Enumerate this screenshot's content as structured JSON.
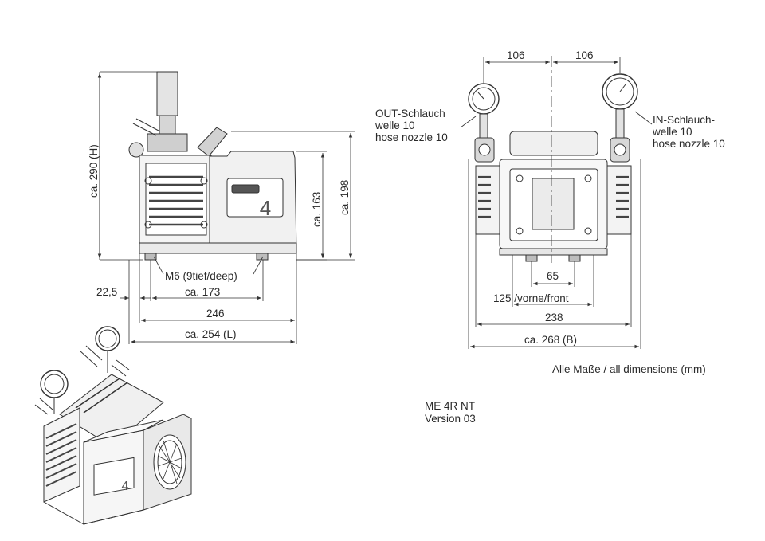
{
  "side_view": {
    "dims": {
      "height_total": "ca. 290 (H)",
      "height_body": "ca. 163",
      "height_right": "ca. 198",
      "thread": "M6 (9tief/deep)",
      "offset": "22,5",
      "foot_span": "ca. 173",
      "base_len": "246",
      "total_len": "ca. 254 (L)"
    },
    "badge_number": "4"
  },
  "front_view": {
    "dims": {
      "left_offset": "106",
      "right_offset": "106",
      "inner_span": "65",
      "front_span": "125 /vorne/front",
      "base_width": "238",
      "total_width": "ca. 268 (B)"
    },
    "out_port": [
      "OUT-Schlauch",
      "welle 10",
      "hose nozzle 10"
    ],
    "in_port": [
      "IN-Schlauch-",
      "welle 10",
      "hose nozzle 10"
    ]
  },
  "iso_view": {
    "badge_number": "4"
  },
  "notes": {
    "units": "Alle Maße / all dimensions (mm)",
    "model": "ME 4R NT",
    "version": "Version 03"
  }
}
